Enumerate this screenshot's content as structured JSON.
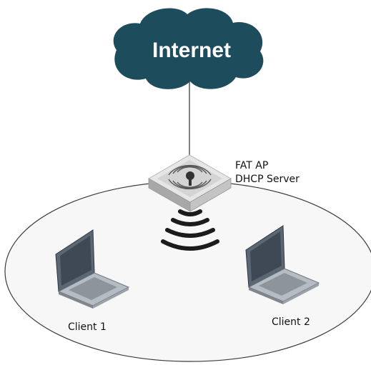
{
  "cloud": {
    "label": "Internet"
  },
  "ap": {
    "name": "FAT AP",
    "role": "DHCP Server"
  },
  "clients": [
    {
      "label": "Client 1"
    },
    {
      "label": "Client 2"
    }
  ],
  "colors": {
    "cloud_fill": "#1d4c5c",
    "device_fill": "#dcdcdc",
    "wave": "#1b1b1b",
    "lines": "#444444",
    "laptop_screen": "#4d5a69",
    "laptop_body": "#9aa1a9"
  }
}
